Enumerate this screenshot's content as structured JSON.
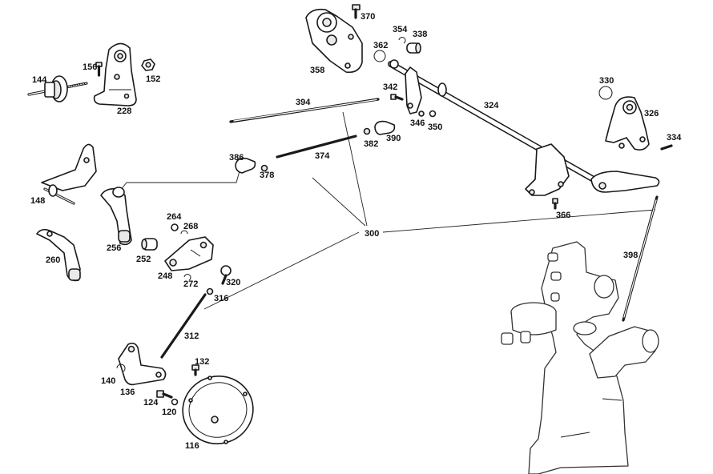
{
  "labels": {
    "p116": "116",
    "p120": "120",
    "p124": "124",
    "p132": "132",
    "p136": "136",
    "p140": "140",
    "p144": "144",
    "p148": "148",
    "p152": "152",
    "p156": "156",
    "p228": "228",
    "p248": "248",
    "p252": "252",
    "p256": "256",
    "p260": "260",
    "p264": "264",
    "p268": "268",
    "p272": "272",
    "p300": "300",
    "p312": "312",
    "p316": "316",
    "p320": "320",
    "p324": "324",
    "p326": "326",
    "p330": "330",
    "p334": "334",
    "p338": "338",
    "p342": "342",
    "p346": "346",
    "p350": "350",
    "p354": "354",
    "p358": "358",
    "p362": "362",
    "p366": "366",
    "p370": "370",
    "p374": "374",
    "p378": "378",
    "p382": "382",
    "p386": "386",
    "p390": "390",
    "p394": "394",
    "p398": "398"
  }
}
